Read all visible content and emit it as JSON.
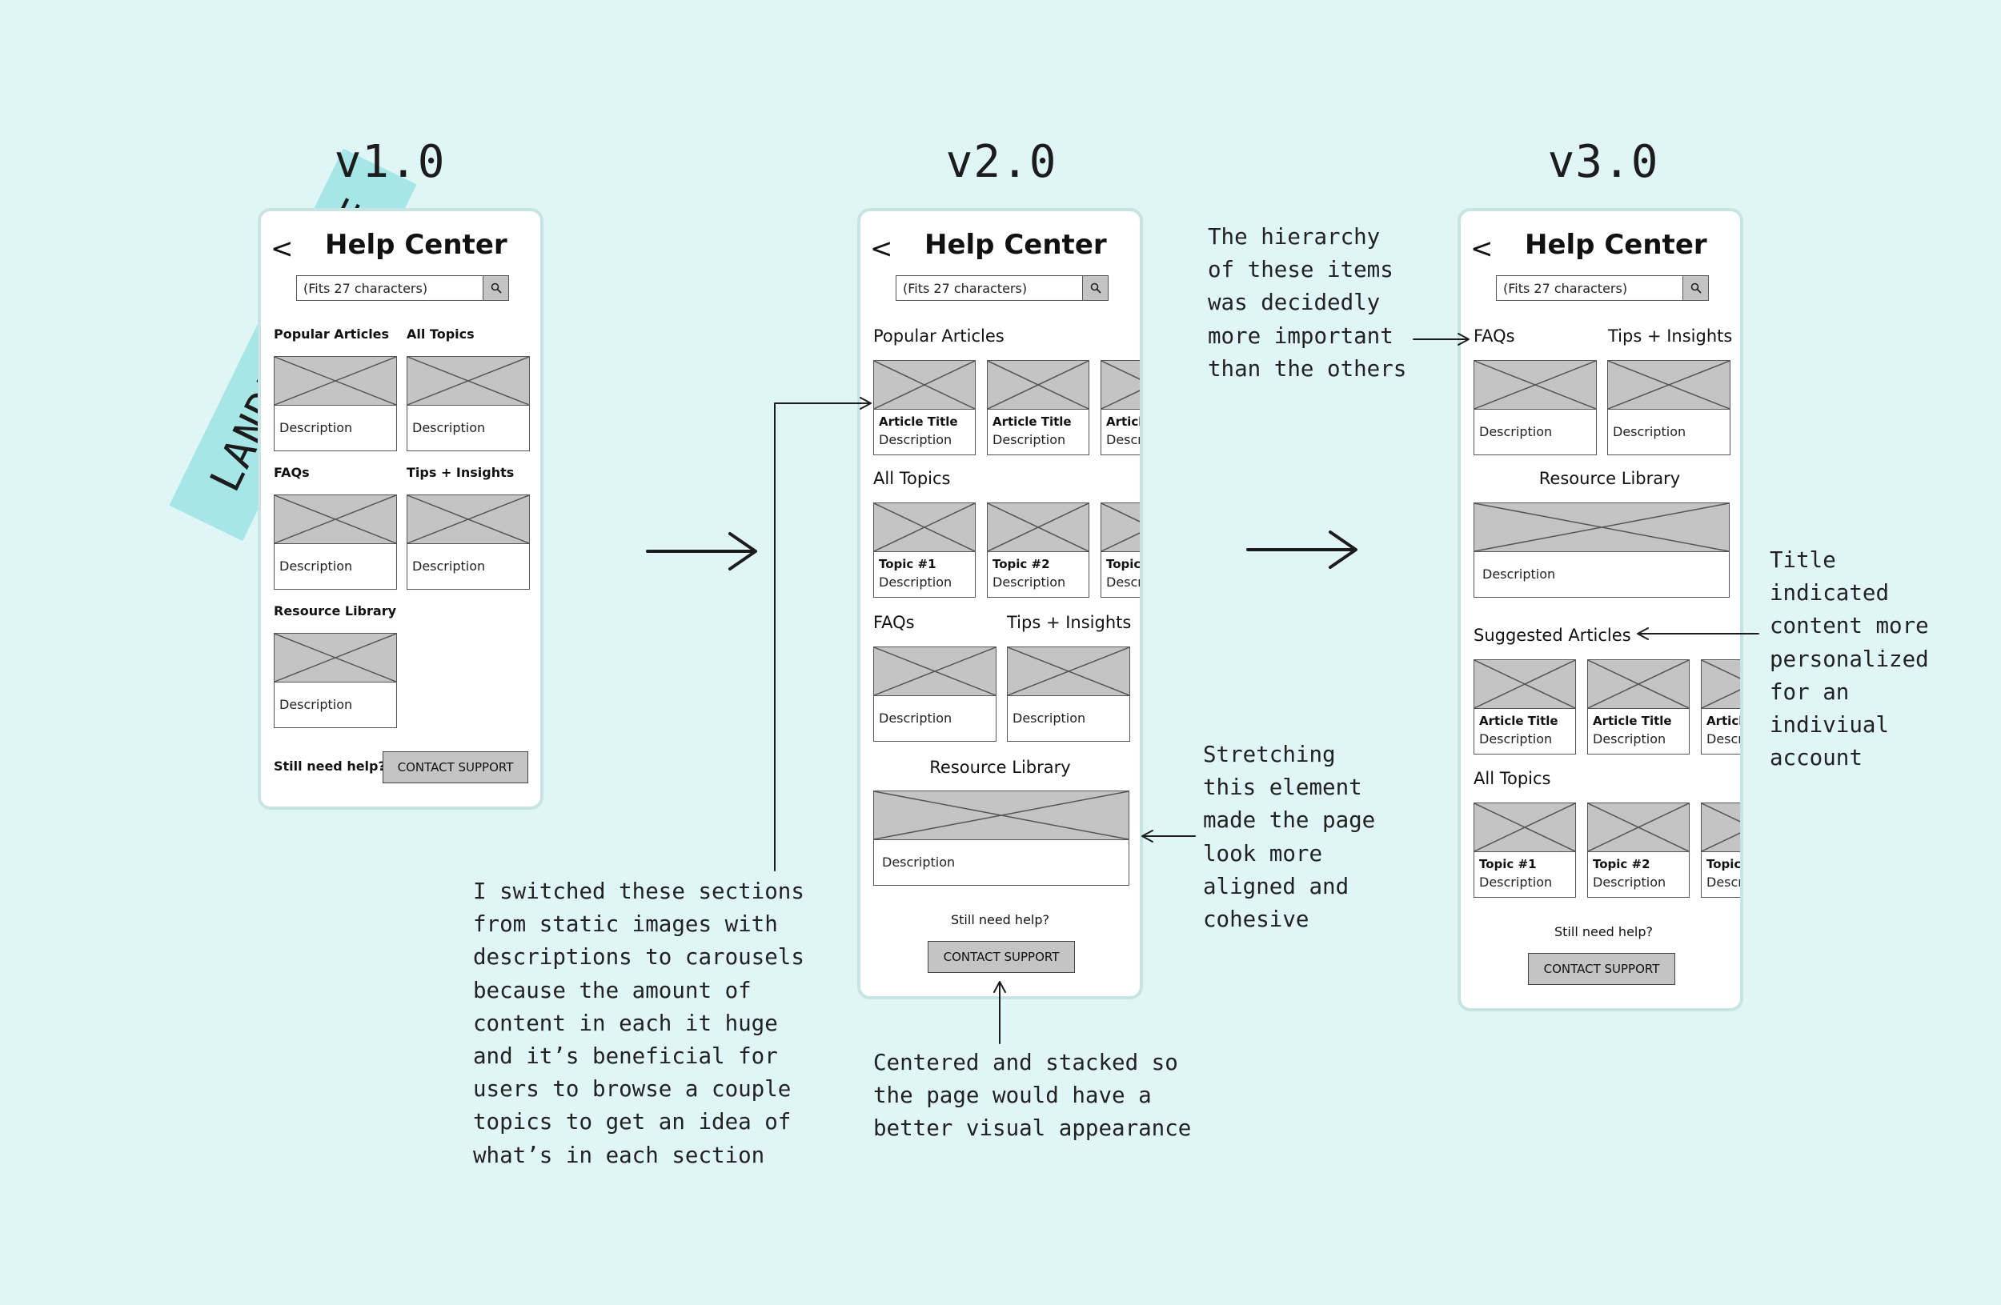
{
  "banner": "LANDING PAGE",
  "versions": [
    "v1.0",
    "v2.0",
    "v3.0"
  ],
  "common": {
    "back": "<",
    "title": "Help Center",
    "search_placeholder": "(Fits 27 characters)",
    "description": "Description",
    "still_need_help": "Still need help?",
    "contact": "CONTACT SUPPORT"
  },
  "v1": {
    "popular": "Popular Articles",
    "topics": "All Topics",
    "faqs": "FAQs",
    "tips": "Tips + Insights",
    "resource": "Resource Library"
  },
  "v2": {
    "popular": "Popular Articles",
    "topics": "All Topics",
    "faqs": "FAQs",
    "tips": "Tips + Insights",
    "resource": "Resource Library",
    "article_title": "Article Title",
    "article_title_clipped": "Article",
    "topic1": "Topic #1",
    "topic2": "Topic #2",
    "topic_clipped": "Topic",
    "desc_clipped": "Descr"
  },
  "v3": {
    "faqs": "FAQs",
    "tips": "Tips + Insights",
    "resource": "Resource Library",
    "suggested": "Suggested Articles",
    "topics": "All Topics",
    "article_title": "Article Title",
    "article_title_clipped": "Articl",
    "topic1": "Topic #1",
    "topic2": "Topic #2",
    "topic_clipped": "Topic",
    "desc_clipped": "Descr"
  },
  "notes": {
    "carousels": [
      "I switched these sections",
      "from static images with",
      "descriptions to carousels",
      "because the amount of",
      "content in each it huge",
      "and it’s beneficial for",
      "users to browse a couple",
      "topics to get an idea of",
      "what’s in each section"
    ],
    "centered": [
      "Centered and stacked so",
      "the page would have a",
      "better visual appearance"
    ],
    "stretching": [
      "Stretching",
      "this element",
      "made the page",
      "look more",
      "aligned and",
      "cohesive"
    ],
    "hierarchy": [
      "The hierarchy",
      "of these items",
      "was decidedly",
      "more important",
      "than the others"
    ],
    "title": [
      "Title",
      "indicated",
      "content more",
      "personalized",
      "for an",
      "indiviual",
      "account"
    ]
  }
}
